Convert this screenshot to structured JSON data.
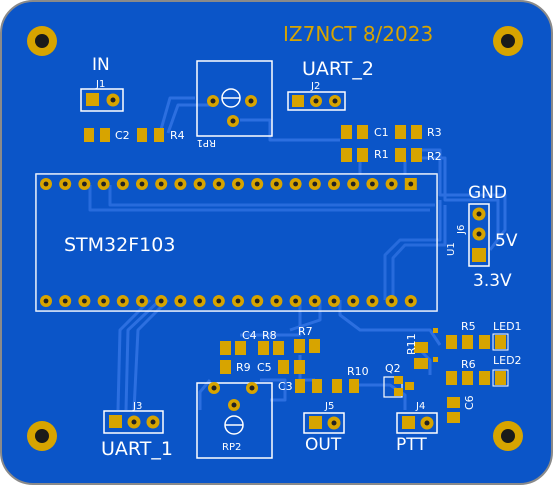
{
  "board": {
    "title": "IZ7NCT 8/2023",
    "mcu_label": "STM32F103",
    "colors": {
      "board_blue": "#0b55c8",
      "trace_blue": "#2c6fe0",
      "pad_gold": "#d7a400",
      "silk_white": "#ffffff",
      "title_gold": "#d7a400"
    }
  },
  "labels": {
    "in": "IN",
    "uart2": "UART_2",
    "uart1": "UART_1",
    "out": "OUT",
    "ptt": "PTT",
    "gnd": "GND",
    "v5": "5V",
    "v33": "3.3V",
    "led1": "LED1",
    "led2": "LED2"
  },
  "refs": {
    "J1": "J1",
    "J2": "J2",
    "J3": "J3",
    "J4": "J4",
    "J5": "J5",
    "J6": "J6",
    "C1": "C1",
    "C2": "C2",
    "C3": "C3",
    "C4": "C4",
    "C5": "C5",
    "C6": "C6",
    "R1": "R1",
    "R2": "R2",
    "R3": "R3",
    "R4": "R4",
    "R5": "R5",
    "R6": "R6",
    "R7": "R7",
    "R8": "R8",
    "R9": "R9",
    "R10": "R10",
    "R11": "R11",
    "RP1": "RP1",
    "RP2": "RP2",
    "Q2": "Q2",
    "U1": "U1"
  }
}
